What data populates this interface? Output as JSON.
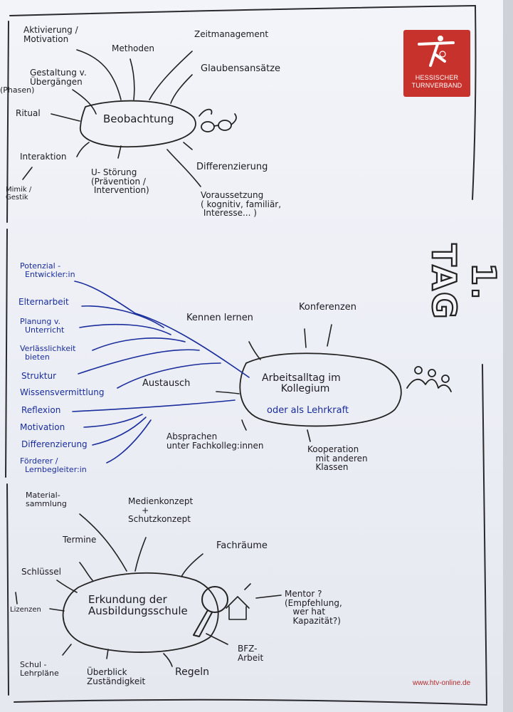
{
  "logo": {
    "name": "HESSISCHER\nTURNVERBAND"
  },
  "footer": {
    "url": "www.htv-online.de"
  },
  "title": "1. TAG",
  "section1": {
    "center": "Beobachtung",
    "branches": {
      "aktivierung": "Aktivierung /\nMotivation",
      "methoden": "Methoden",
      "zeitmanagement": "Zeitmanagement",
      "glaubensansaetze": "Glaubensansätze",
      "gestaltung": "Gestaltung v.\nÜbergängen",
      "phasen": "(Phasen)",
      "ritual": "Ritual",
      "interaktion": "Interaktion",
      "mimik": "Mimik /\nGestik",
      "stoerung": "U- Störung\n(Prävention /\n Intervention)",
      "differenzierung": "Differenzierung",
      "voraussetzung": "Voraussetzung\n( kognitiv, familiär,\n Interesse... )"
    }
  },
  "section2": {
    "center": "Arbeitsalltag im\n      Kollegium",
    "center_sub": "oder als Lehrkraft",
    "branches": {
      "kennenlernen": "Kennen lernen",
      "konferenzen": "Konferenzen",
      "austausch": "Austausch",
      "absprachen": "Absprachen\nunter Fachkolleg:innen",
      "kooperation": "Kooperation\n   mit anderen\n   Klassen"
    },
    "blue_items": [
      "Potenzial -\n  Entwickler:in",
      "Elternarbeit",
      "Planung v.\n  Unterricht",
      "Verlässlichkeit\n  bieten",
      "Struktur",
      "Wissensvermittlung",
      "Reflexion",
      "Motivation",
      "Differenzierung",
      "Förderer /\n  Lernbegleiter:in"
    ]
  },
  "section3": {
    "center": "Erkundung der\nAusbildungsschule",
    "branches": {
      "materialsammlung": "Material-\nsammlung",
      "medienkonzept": "Medienkonzept\n     +\nSchutzkonzept",
      "termine": "Termine",
      "fachraeume": "Fachräume",
      "schluessel": "Schlüssel",
      "mentor": "Mentor ?\n(Empfehlung,\n   wer hat\n   Kapazität?)",
      "lizenzen": "Lizenzen",
      "bfz": "BFZ-\nArbeit",
      "lehrplaene": "Schul -\nLehrpläne",
      "ueberblick": "Überblick\nZuständigkeit",
      "regeln": "Regeln"
    }
  }
}
